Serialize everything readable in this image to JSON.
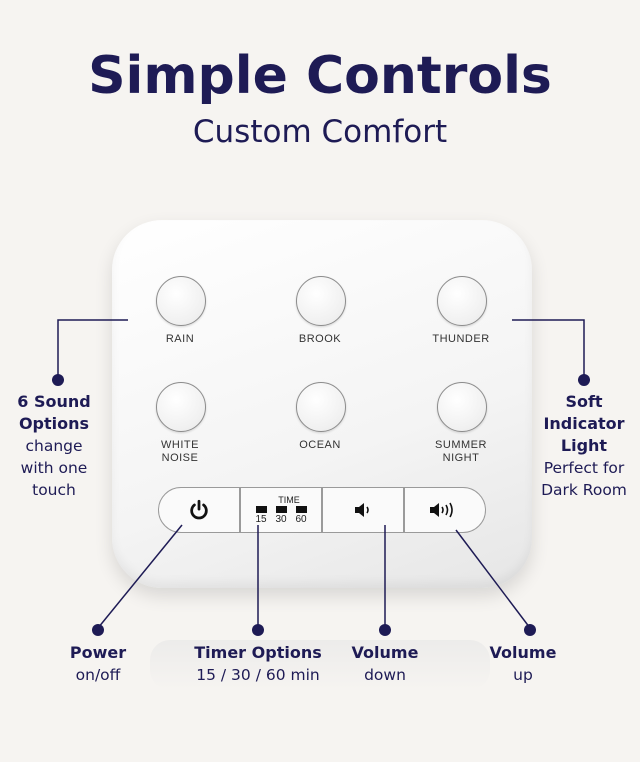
{
  "header": {
    "title": "Simple Controls",
    "subtitle": "Custom Comfort"
  },
  "device": {
    "sound_buttons": [
      {
        "label": "RAIN"
      },
      {
        "label": "BROOK"
      },
      {
        "label": "THUNDER"
      },
      {
        "label": "WHITE\nNOISE"
      },
      {
        "label": "OCEAN"
      },
      {
        "label": "SUMMER\nNIGHT"
      }
    ],
    "timer": {
      "label": "TIME",
      "options": [
        "15",
        "30",
        "60"
      ]
    }
  },
  "annotations": {
    "sound_options": {
      "bold": "6 Sound\nOptions",
      "normal": "change\nwith one\ntouch"
    },
    "indicator_light": {
      "bold": "Soft\nIndicator\nLight",
      "normal": "Perfect for\nDark Room"
    },
    "power": {
      "bold": "Power",
      "normal": "on/off"
    },
    "timer": {
      "bold": "Timer Options",
      "normal": "15 / 30 / 60 min"
    },
    "volume_down": {
      "bold": "Volume",
      "normal": "down"
    },
    "volume_up": {
      "bold": "Volume",
      "normal": "up"
    }
  },
  "icons": {
    "power": "power-icon",
    "volume_down": "speaker-low-icon",
    "volume_up": "speaker-high-icon"
  },
  "colors": {
    "text": "#1e1b55",
    "background": "#f6f4f1",
    "device": "#ffffff"
  }
}
